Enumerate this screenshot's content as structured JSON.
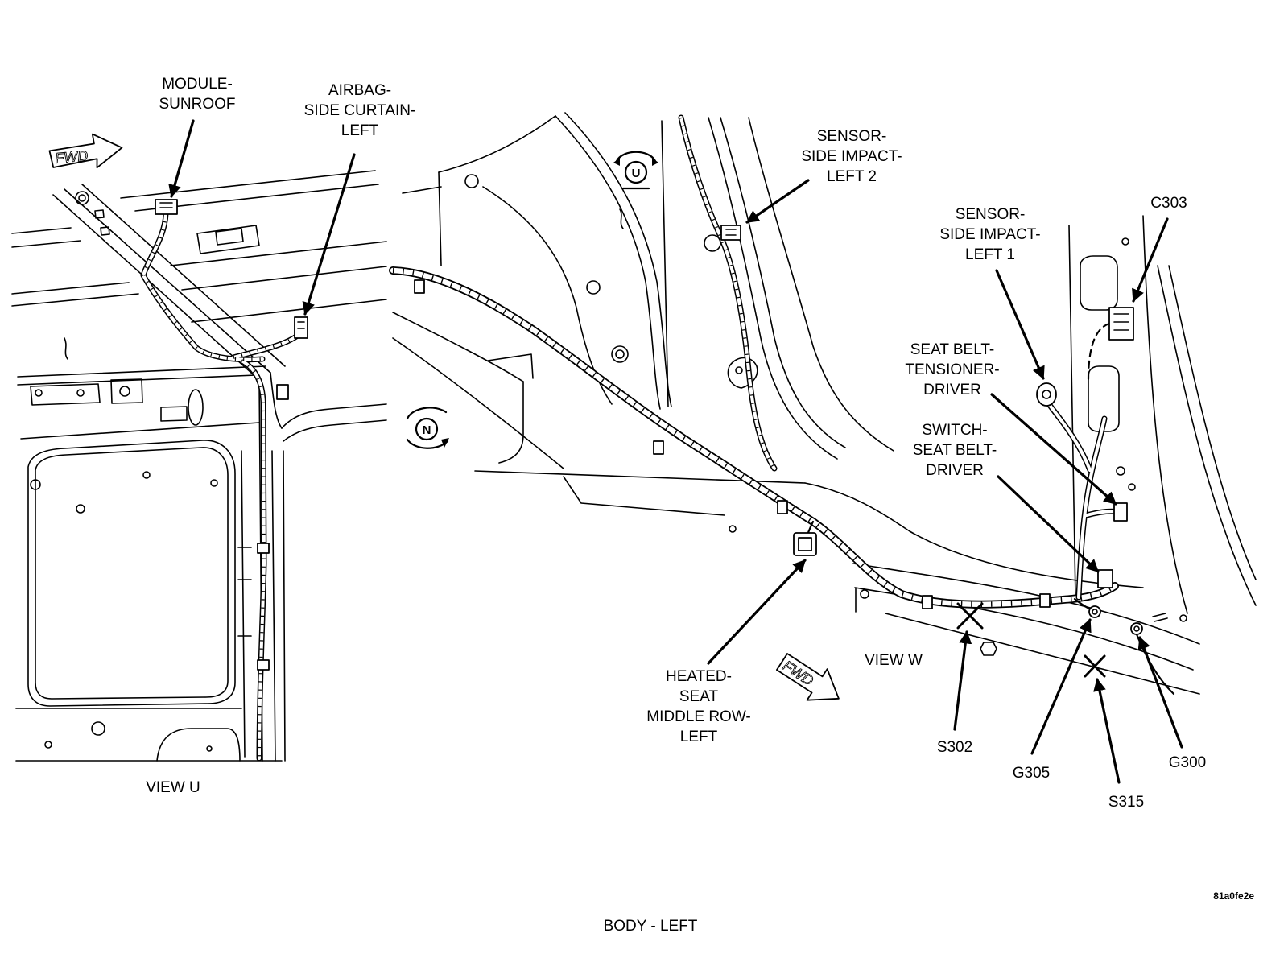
{
  "view_u": {
    "title": "VIEW U",
    "fwd_label": "FWD",
    "callouts": {
      "module_sunroof": "MODULE-\nSUNROOF",
      "airbag_side_curtain_left": "AIRBAG-\nSIDE CURTAIN-\nLEFT"
    }
  },
  "view_w": {
    "title": "VIEW W",
    "fwd_label": "FWD",
    "view_markers": {
      "u": "U",
      "n": "N"
    },
    "callouts": {
      "sensor_side_impact_left_2": "SENSOR-\nSIDE IMPACT-\nLEFT 2",
      "sensor_side_impact_left_1": "SENSOR-\nSIDE IMPACT-\nLEFT 1",
      "c303": "C303",
      "seat_belt_tensioner_driver": "SEAT BELT-\nTENSIONER-\nDRIVER",
      "switch_seat_belt_driver": "SWITCH-\nSEAT BELT-\nDRIVER",
      "heated_seat_middle_row_left": "HEATED-\nSEAT\nMIDDLE ROW-\nLEFT",
      "s302": "S302",
      "g305": "G305",
      "s315": "S315",
      "g300": "G300"
    }
  },
  "caption": "BODY - LEFT",
  "figure_code": "81a0fe2e",
  "icons": {
    "forward_direction": "fwd-arrow-icon",
    "view_marker_u": "view-direction-u-icon",
    "view_marker_n": "view-direction-n-icon"
  },
  "colors": {
    "line": "#000000",
    "background": "#ffffff"
  }
}
